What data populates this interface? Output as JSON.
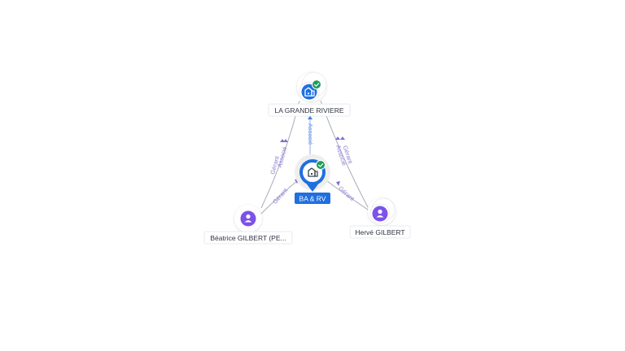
{
  "graph": {
    "nodes": {
      "company_top": {
        "label": "LA GRANDE RIVIERE",
        "icon": "building-icon",
        "verified": true
      },
      "company_focus": {
        "label": "BA & RV",
        "icon": "building-icon",
        "verified": true
      },
      "person_left": {
        "label": "Béatrice GILBERT (PE...",
        "icon": "person-icon"
      },
      "person_right": {
        "label": "Hervé GILBERT",
        "icon": "person-icon"
      }
    },
    "edges": {
      "focus_top": {
        "label": "Associé"
      },
      "left_top": {
        "label1": "Gérant",
        "label2": "Associé"
      },
      "right_top": {
        "label1": "Gérant",
        "label2": "Associé"
      },
      "left_focus": {
        "label": "Gérant"
      },
      "right_focus": {
        "label": "Gérant"
      }
    },
    "colors": {
      "company": "#1f6fe0",
      "person": "#7c52e8",
      "verified": "#1e9e5a",
      "edge": "#a8abb8",
      "edge_label": "#8b7fd6"
    }
  }
}
